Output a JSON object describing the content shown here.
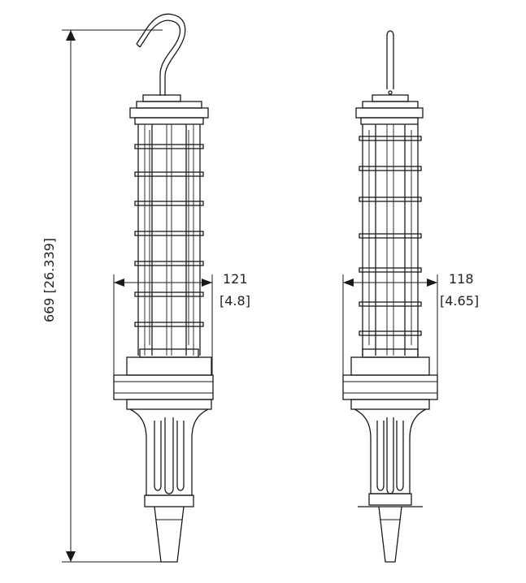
{
  "overall_height": {
    "value": "669",
    "imperial": "[26.339]"
  },
  "left_view_width": {
    "value": "121",
    "imperial": "[4.8]"
  },
  "right_view_width": {
    "value": "118",
    "imperial": "[4.65]"
  }
}
